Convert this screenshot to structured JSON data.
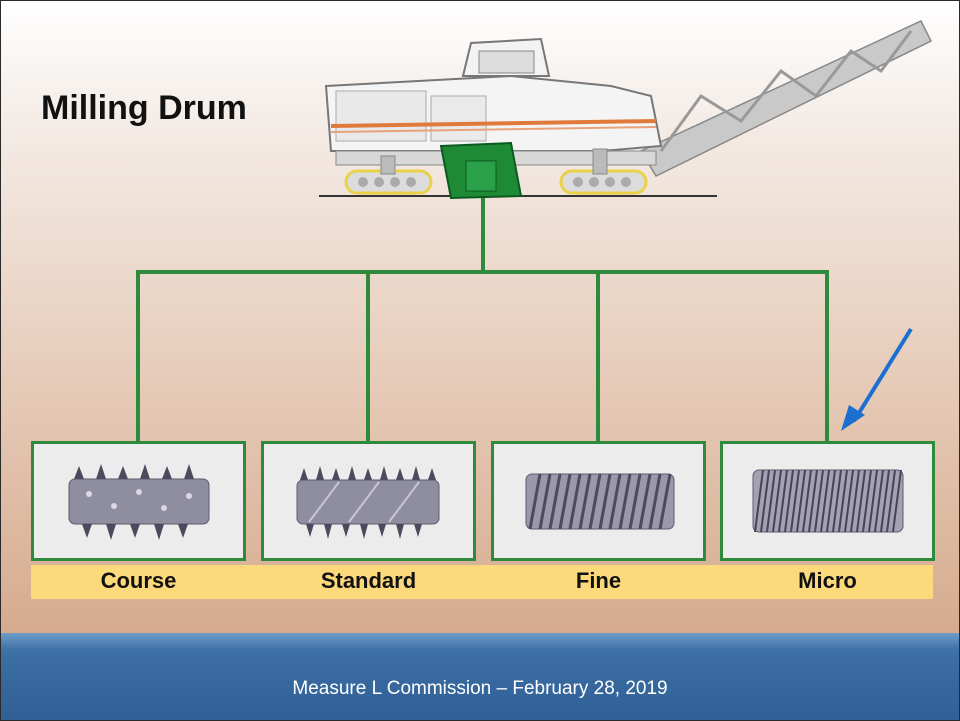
{
  "slide": {
    "title": "Milling Drum",
    "footer": "Measure L Commission – February 28, 2019"
  },
  "drums": [
    {
      "label": "Course",
      "tooth_density": "coarse"
    },
    {
      "label": "Standard",
      "tooth_density": "standard"
    },
    {
      "label": "Fine",
      "tooth_density": "fine"
    },
    {
      "label": "Micro",
      "tooth_density": "micro"
    }
  ],
  "colors": {
    "connector": "#2e8b3e",
    "label_band": "#fcd97a",
    "arrow": "#1a6fd1",
    "footer": "#3b6da3"
  },
  "icons": [
    "milling-machine-illustration",
    "drum-illustration",
    "pointer-arrow"
  ]
}
